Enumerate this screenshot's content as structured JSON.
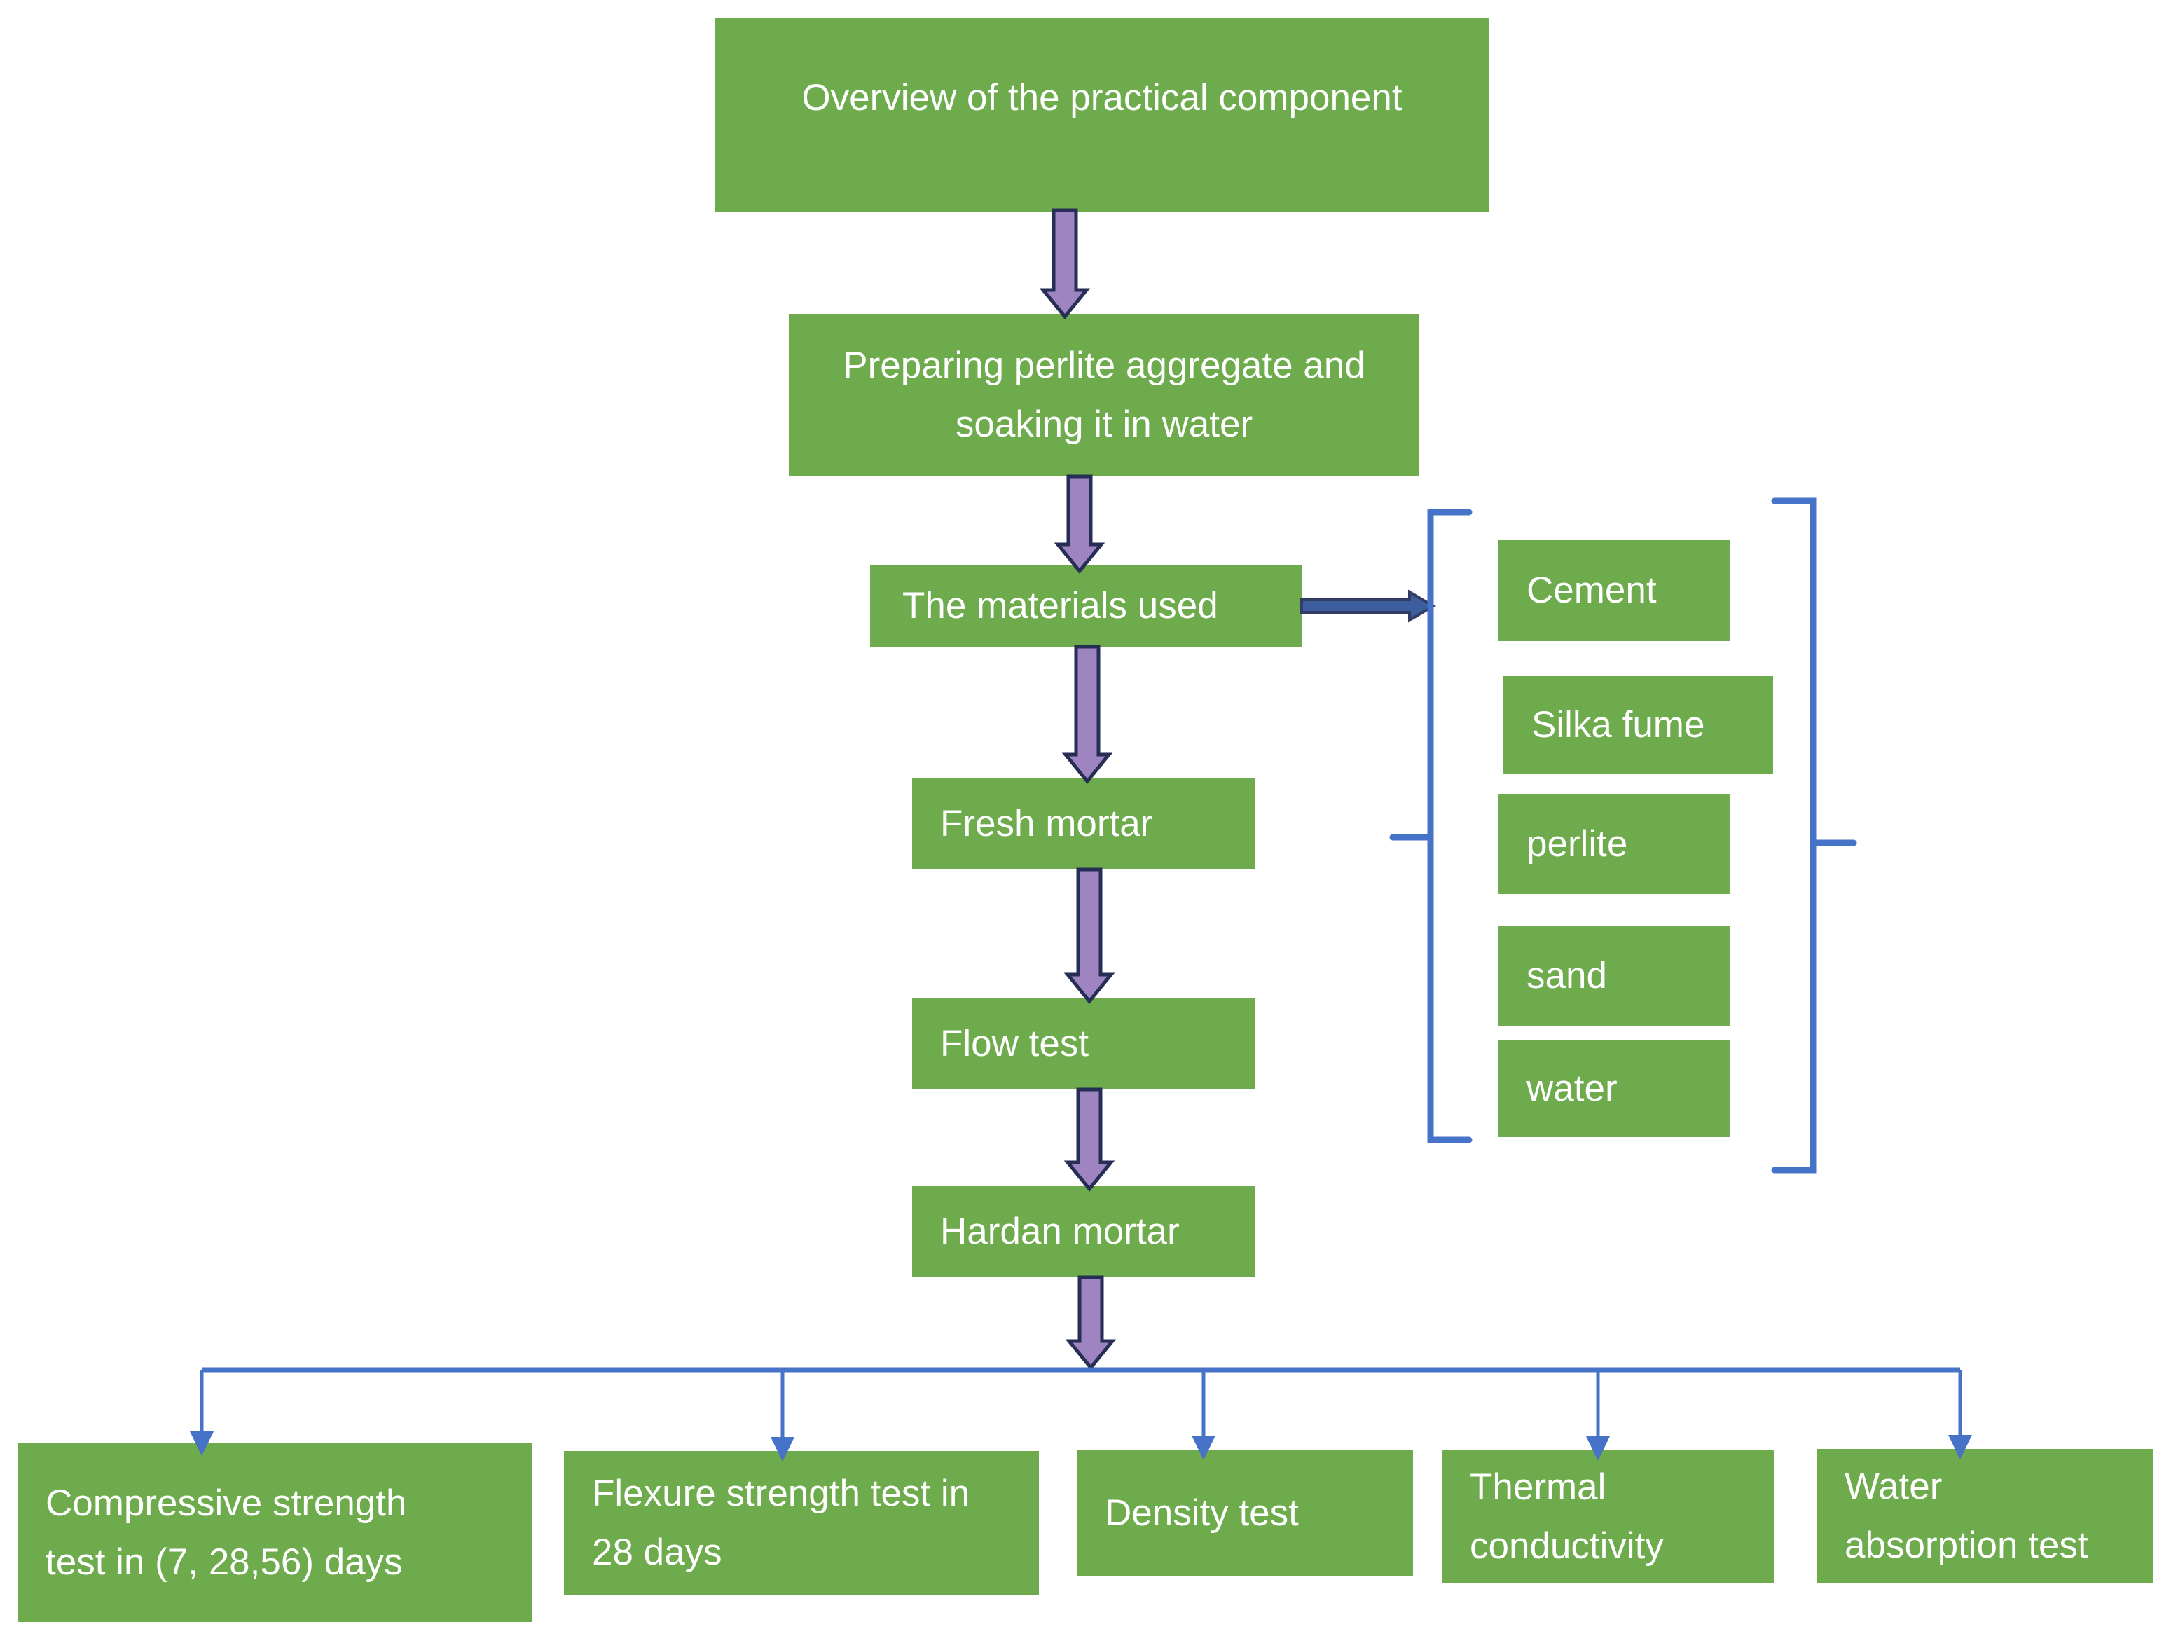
{
  "colors": {
    "box_green": "#6DAB4C",
    "text_white": "#FFFFFF",
    "connector_blue": "#4673C8",
    "purple_arrow_fill": "#9E84C1",
    "purple_arrow_outline": "#272E55",
    "dark_blue_arrow": "#3D5E9E"
  },
  "nodes": {
    "overview": {
      "label": "Overview of the practical component"
    },
    "preparing": {
      "lines": [
        "Preparing perlite aggregate and",
        "soaking it in water"
      ]
    },
    "materials_used": {
      "label": "The materials used"
    },
    "fresh_mortar": {
      "label": "Fresh mortar"
    },
    "flow_test": {
      "label": "Flow test"
    },
    "hardan_mortar": {
      "label": "Hardan mortar"
    }
  },
  "materials": [
    "Cement",
    "Silka fume",
    "perlite",
    "sand",
    "water"
  ],
  "tests": [
    {
      "lines": [
        "Compressive strength",
        "test in (7, 28,56) days"
      ]
    },
    {
      "lines": [
        "Flexure strength test in",
        "28 days"
      ]
    },
    {
      "lines": [
        "Density test"
      ]
    },
    {
      "lines": [
        "Thermal",
        "conductivity"
      ]
    },
    {
      "lines": [
        "Water",
        "absorption test"
      ]
    }
  ]
}
